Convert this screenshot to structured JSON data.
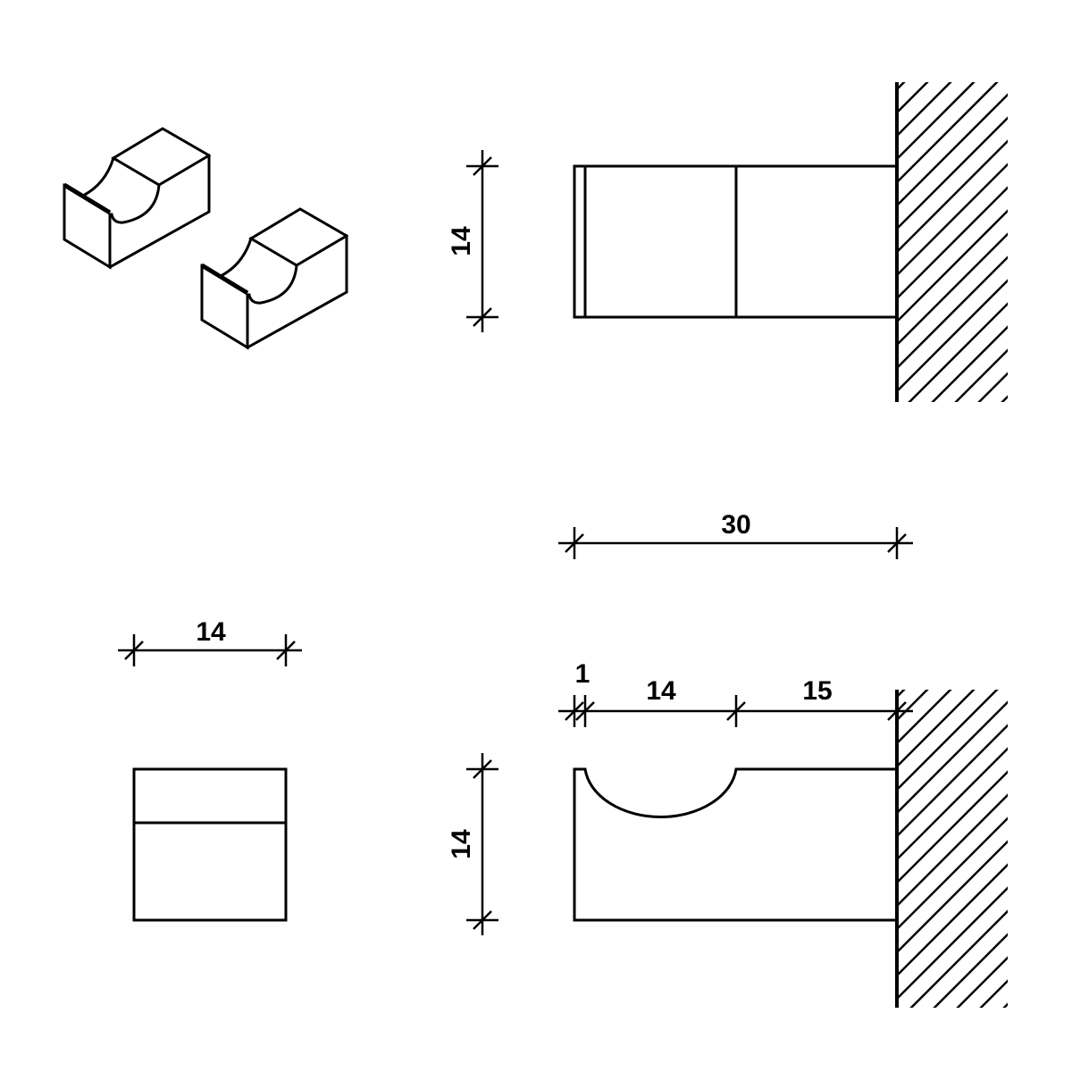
{
  "top_view": {
    "height_dim": "14"
  },
  "overall": {
    "length_dim": "30"
  },
  "end_view": {
    "width_dim": "14"
  },
  "side_view": {
    "lip_dim": "1",
    "notch_dim": "14",
    "shank_dim": "15",
    "height_dim": "14"
  },
  "colors": {
    "line": "#000000",
    "background": "#ffffff"
  }
}
